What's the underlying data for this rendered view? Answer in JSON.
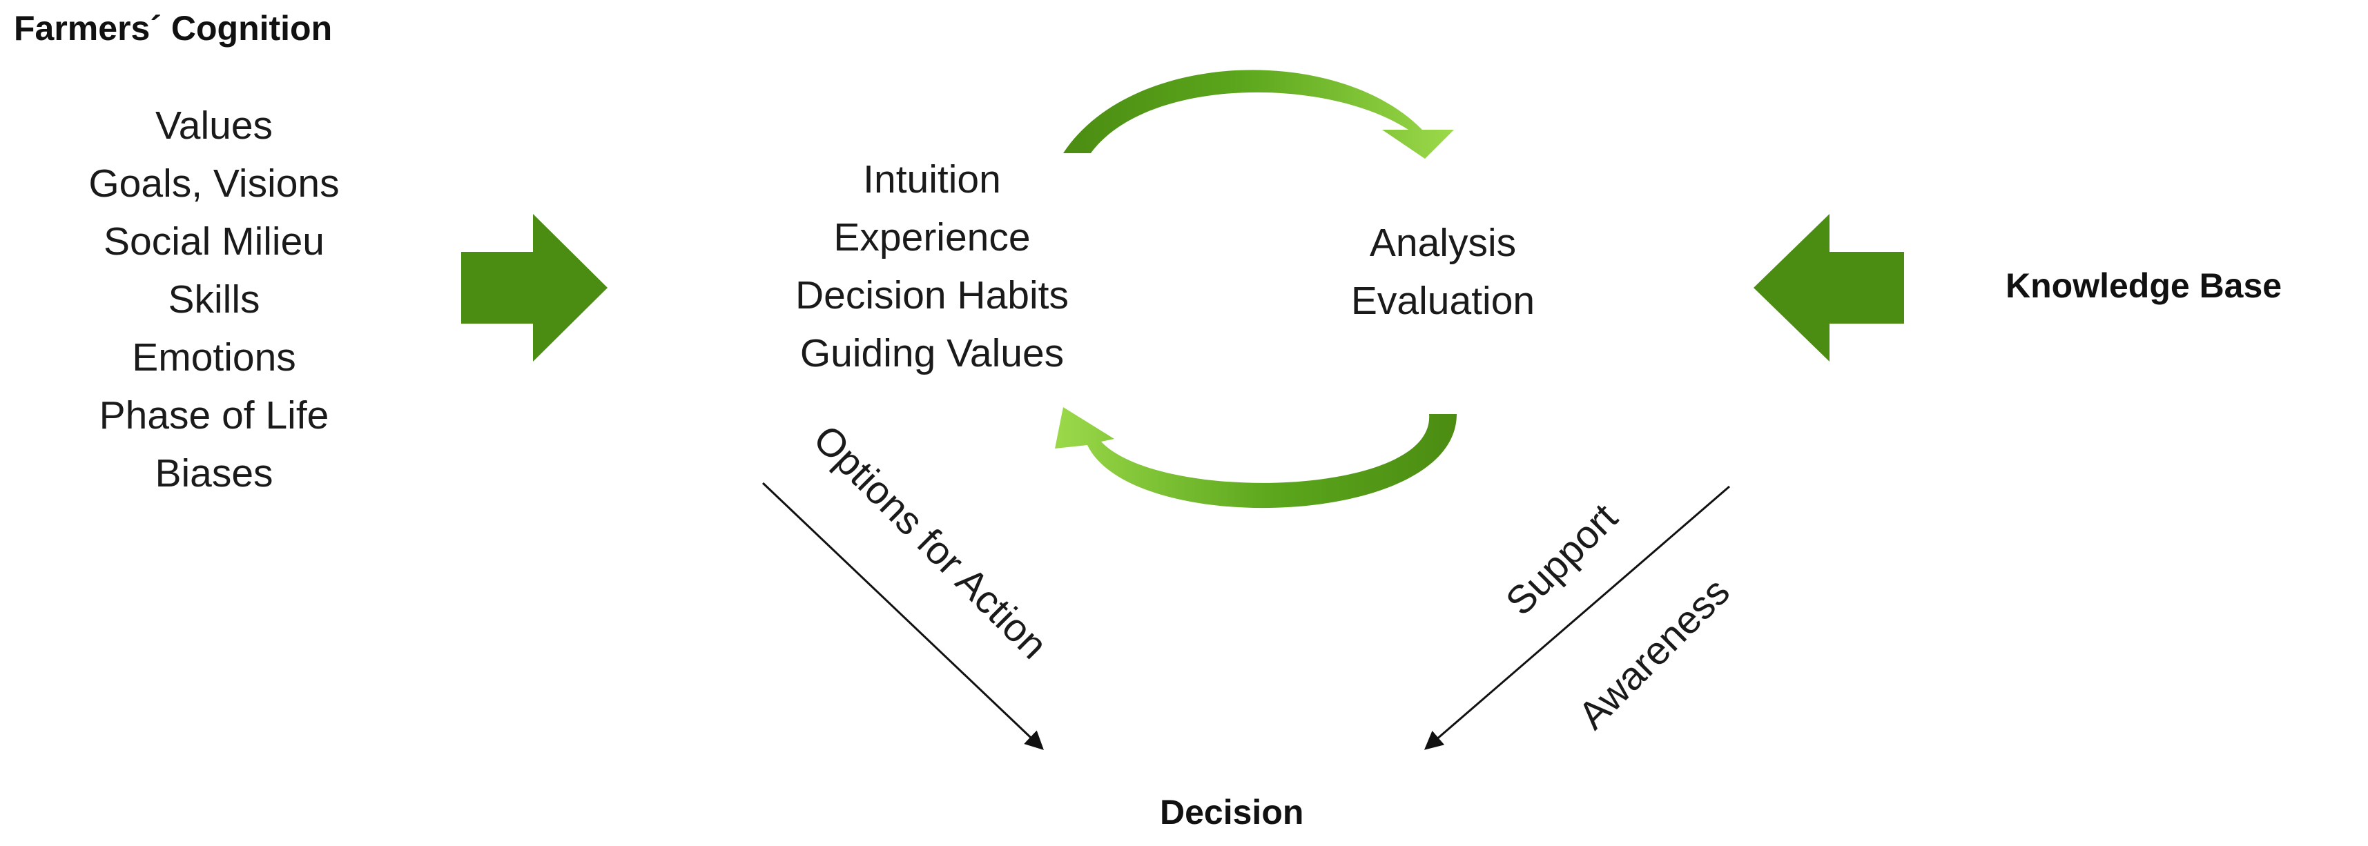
{
  "headings": {
    "farmers_cognition": "Farmers´ Cognition",
    "knowledge_base": "Knowledge Base",
    "decision": "Decision"
  },
  "cognition_factors": [
    "Values",
    "Goals, Visions",
    "Social Milieu",
    "Skills",
    "Emotions",
    "Phase of Life",
    "Biases"
  ],
  "intuitive_mode": [
    "Intuition",
    "Experience",
    "Decision Habits",
    "Guiding Values"
  ],
  "analytic_mode": [
    "Analysis",
    "Evaluation"
  ],
  "connector_labels": {
    "options": "Options for Action",
    "support": "Support",
    "awareness": "Awareness"
  },
  "colors": {
    "green_dark": "#4b8c12",
    "green_light": "#8fd13c",
    "text": "#1a1a1a"
  }
}
